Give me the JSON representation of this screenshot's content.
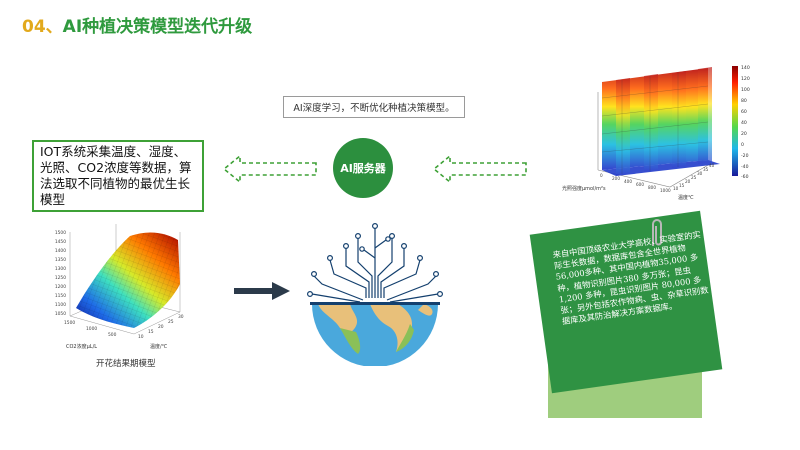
{
  "title": {
    "number": "04、",
    "text": "AI种植决策模型迭代升级"
  },
  "ai_note": "AI深度学习，不断优化种植决策模型。",
  "iot_text": "IOT系统采集温度、湿度、光照、CO2浓度等数据，算法选取不同植物的最优生长模型",
  "ai_server": "AI服务器",
  "left_chart": {
    "caption": "开花结果期模型",
    "z_ticks": [
      "1500",
      "1450",
      "1400",
      "1350",
      "1300",
      "1250",
      "1200",
      "1150",
      "1100",
      "1050"
    ],
    "x_ticks": [
      "1500",
      "1000",
      "500"
    ],
    "y_ticks": [
      "10",
      "15",
      "20",
      "25",
      "30"
    ],
    "x_label": "CO2浓度μL/L",
    "y_label": "温度/℃"
  },
  "right_chart": {
    "colorbar_ticks": [
      "140",
      "120",
      "100",
      "80",
      "60",
      "40",
      "20",
      "0",
      "-20",
      "-40",
      "-60"
    ],
    "x_label": "光照强度μmol/m²s",
    "y_label": "温度℃",
    "x_ticks": [
      "0",
      "200",
      "400",
      "600",
      "800",
      "1000"
    ],
    "y_ticks": [
      "10",
      "15",
      "20",
      "25",
      "30",
      "35",
      "40"
    ]
  },
  "card_text": "来自中国顶级农业大学高校、实验室的实际生长数据，数据库包含全世界植物56,000多种、其中国内植物35,000 多种，植物识别图片380 多万张；昆虫1,200 多种，昆虫识别图片 80,000 多张；另外包括农作物病、虫、杂草识别数据库及其防治解决方案数据库。",
  "colors": {
    "green": "#2f9a3e",
    "gold": "#e2a91c",
    "dark_arrow": "#2b3a4a"
  }
}
